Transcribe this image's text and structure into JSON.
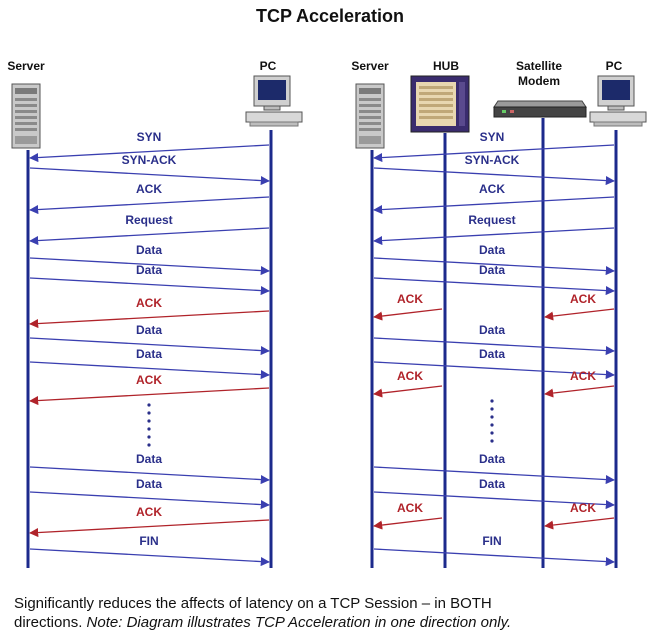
{
  "title": "TCP Acceleration",
  "colors": {
    "lifeline": "#1c2a8c",
    "message": "#3a3fb0",
    "ack": "#b0232a",
    "label": "#2a2f8a"
  },
  "left_diagram": {
    "nodes": {
      "server": "Server",
      "pc": "PC"
    },
    "messages": [
      {
        "label": "SYN",
        "dir": "to-server",
        "kind": "normal"
      },
      {
        "label": "SYN-ACK",
        "dir": "to-pc",
        "kind": "normal"
      },
      {
        "label": "ACK",
        "dir": "to-server",
        "kind": "normal"
      },
      {
        "label": "Request",
        "dir": "to-server",
        "kind": "normal"
      },
      {
        "label": "Data",
        "dir": "to-pc",
        "kind": "normal"
      },
      {
        "label": "Data",
        "dir": "to-pc",
        "kind": "normal"
      },
      {
        "label": "ACK",
        "dir": "to-server",
        "kind": "ack"
      },
      {
        "label": "Data",
        "dir": "to-pc",
        "kind": "normal"
      },
      {
        "label": "Data",
        "dir": "to-pc",
        "kind": "normal"
      },
      {
        "label": "ACK",
        "dir": "to-server",
        "kind": "ack"
      },
      {
        "label": "Data",
        "dir": "to-pc",
        "kind": "normal"
      },
      {
        "label": "Data",
        "dir": "to-pc",
        "kind": "normal"
      },
      {
        "label": "ACK",
        "dir": "to-server",
        "kind": "ack"
      },
      {
        "label": "FIN",
        "dir": "to-pc",
        "kind": "normal"
      }
    ]
  },
  "right_diagram": {
    "nodes": {
      "server": "Server",
      "hub": "HUB",
      "satellite": "Satellite\nModem",
      "pc": "PC"
    },
    "messages": [
      {
        "label": "SYN",
        "kind": "normal"
      },
      {
        "label": "SYN-ACK",
        "kind": "normal"
      },
      {
        "label": "ACK",
        "kind": "normal"
      },
      {
        "label": "Request",
        "kind": "normal"
      },
      {
        "label": "Data",
        "kind": "normal"
      },
      {
        "label": "Data",
        "kind": "normal"
      },
      {
        "label_left": "ACK",
        "label_right": "ACK",
        "kind": "split-ack"
      },
      {
        "label": "Data",
        "kind": "normal"
      },
      {
        "label": "Data",
        "kind": "normal"
      },
      {
        "label_left": "ACK",
        "label_right": "ACK",
        "kind": "split-ack"
      },
      {
        "label": "Data",
        "kind": "normal"
      },
      {
        "label": "Data",
        "kind": "normal"
      },
      {
        "label_left": "ACK",
        "label_right": "ACK",
        "kind": "split-ack"
      },
      {
        "label": "FIN",
        "kind": "normal"
      }
    ]
  },
  "caption": {
    "line1": "Significantly reduces the affects of latency on a TCP Session – in BOTH",
    "line2_prefix": "directions. ",
    "line2_note": "Note:  Diagram illustrates TCP Acceleration in one direction only."
  }
}
